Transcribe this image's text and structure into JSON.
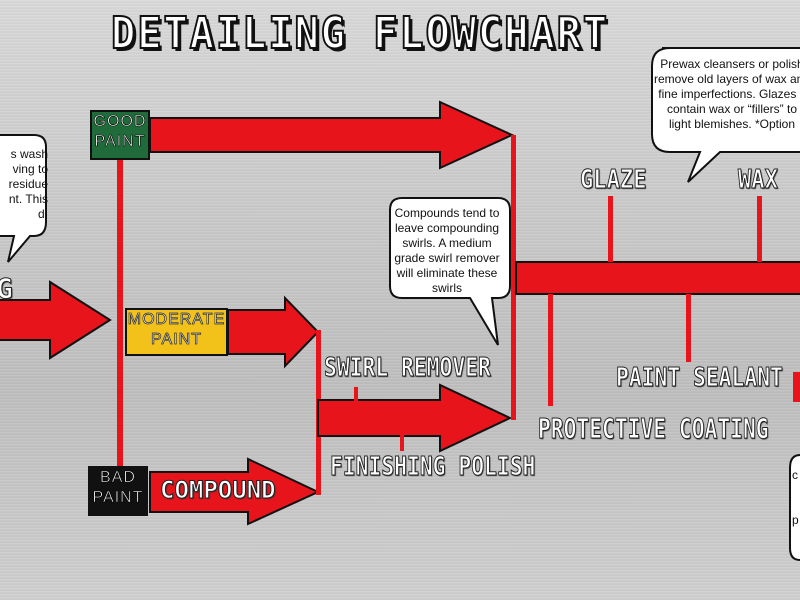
{
  "title": "DETAILING FLOWCHART",
  "boxes": {
    "good_paint": [
      "GOOD",
      "PAINT"
    ],
    "moderate_paint": [
      "MODERATE",
      "PAINT"
    ],
    "bad_paint": [
      "BAD",
      "PAINT"
    ]
  },
  "labels": {
    "compound": "COMPOUND",
    "swirl_remover": "SWIRL REMOVER",
    "finishing_polish": "FINISHING POLISH",
    "glaze": "GLAZE",
    "wax": "WAX",
    "paint_sealant": "PAINT SEALANT",
    "protective_coating": "PROTECTIVE COATING",
    "left_partial": "G"
  },
  "notes": {
    "prewax": "Prewax cleansers or polish\nremove old layers of wax and\nfine imperfections. Glazes c\ncontain wax or “fillers” to\nlight blemishes. *Option",
    "compounds": "Compounds tend to\nleave compounding\nswirls. A medium\ngrade swirl remover\nwill eliminate these\nswirls",
    "wash": "s wash\nving to\nresidue\nnt. This\nd.",
    "right_partial": "c\n\n\np"
  },
  "colors": {
    "arrow_red": "#e8141c",
    "line_red": "#e8141c",
    "good_green": "#1f6b3a",
    "moderate_yellow": "#f2c21a",
    "bad_black": "#111111"
  }
}
